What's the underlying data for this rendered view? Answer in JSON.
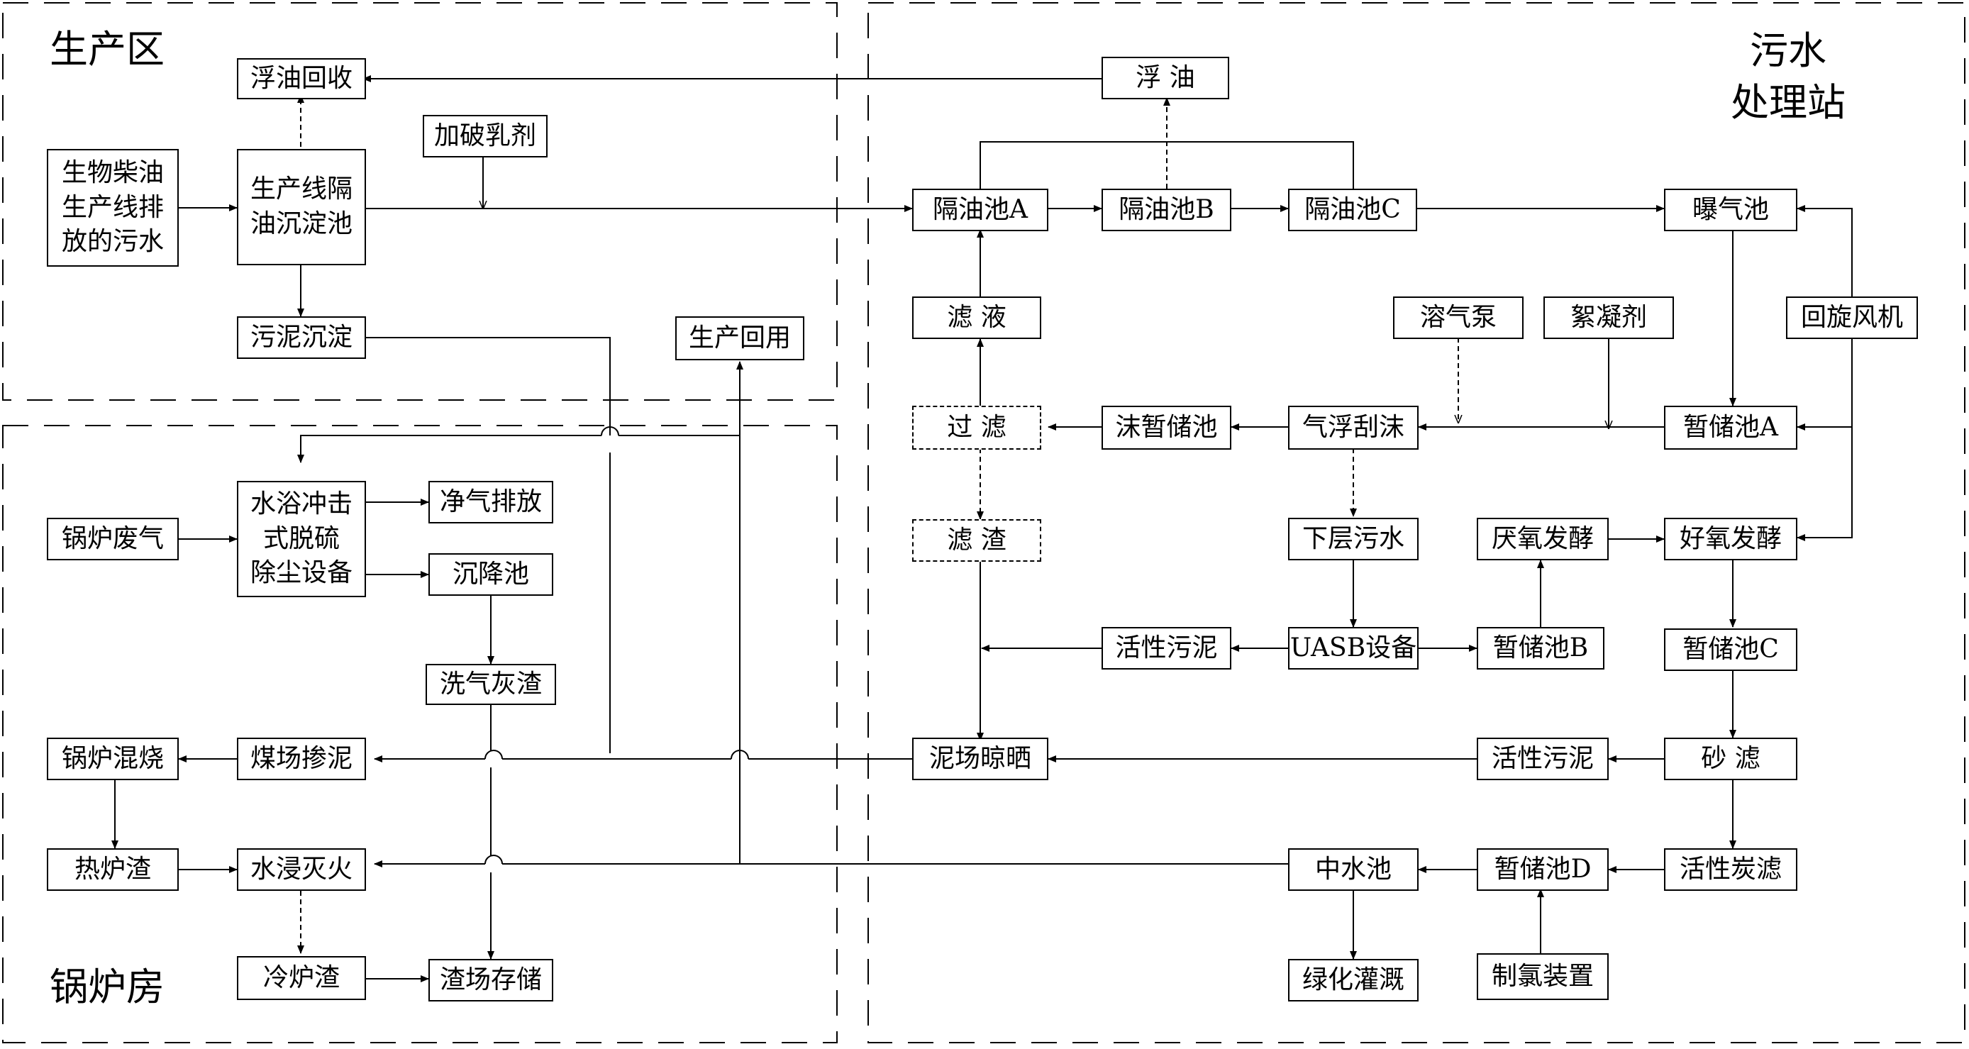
{
  "areas": {
    "production": "生产区",
    "station": "污水\n处理站",
    "boiler": "锅炉房"
  },
  "nodes": {
    "float_oil_recovery": "浮油回收",
    "float_oil": "浮 油",
    "demulsifier": "加破乳剂",
    "biodiesel_wastewater": "生物柴油\n生产线排\n放的污水",
    "production_separator": "生产线隔\n油沉淀池",
    "sludge_settling": "污泥沉淀",
    "production_reuse": "生产回用",
    "separator_a": "隔油池A",
    "separator_b": "隔油池B",
    "separator_c": "隔油池C",
    "aeration_tank": "曝气池",
    "filtrate": "滤 液",
    "dissolved_air_pump": "溶气泵",
    "flocculant": "絮凝剂",
    "rotary_blower": "回旋风机",
    "filtration": "过 滤",
    "foam_storage": "沫暂储池",
    "air_flotation": "气浮刮沫",
    "storage_a": "暂储池A",
    "filter_residue": "滤 渣",
    "lower_wastewater": "下层污水",
    "anaerobic_fermentation": "厌氧发酵",
    "aerobic_fermentation": "好氧发酵",
    "activated_sludge_1": "活性污泥",
    "uasb": "UASB设备",
    "storage_b": "暂储池B",
    "storage_c": "暂储池C",
    "sludge_drying": "泥场晾晒",
    "activated_sludge_2": "活性污泥",
    "sand_filter": "砂 滤",
    "reclaimed_water_tank": "中水池",
    "storage_d": "暂储池D",
    "activated_carbon_filter": "活性炭滤",
    "greening_irrigation": "绿化灌溉",
    "chlorine_generator": "制氯装置",
    "boiler_exhaust": "锅炉废气",
    "scrubber": "水浴冲击\n式脱硫\n除尘设备",
    "clean_gas_discharge": "净气排放",
    "settling_tank": "沉降池",
    "scrubber_ash": "洗气灰渣",
    "boiler_mixed_firing": "锅炉混烧",
    "coal_yard_mixing": "煤场掺泥",
    "hot_slag": "热炉渣",
    "water_quench": "水浸灭火",
    "cold_slag": "冷炉渣",
    "slag_storage": "渣场存储"
  }
}
